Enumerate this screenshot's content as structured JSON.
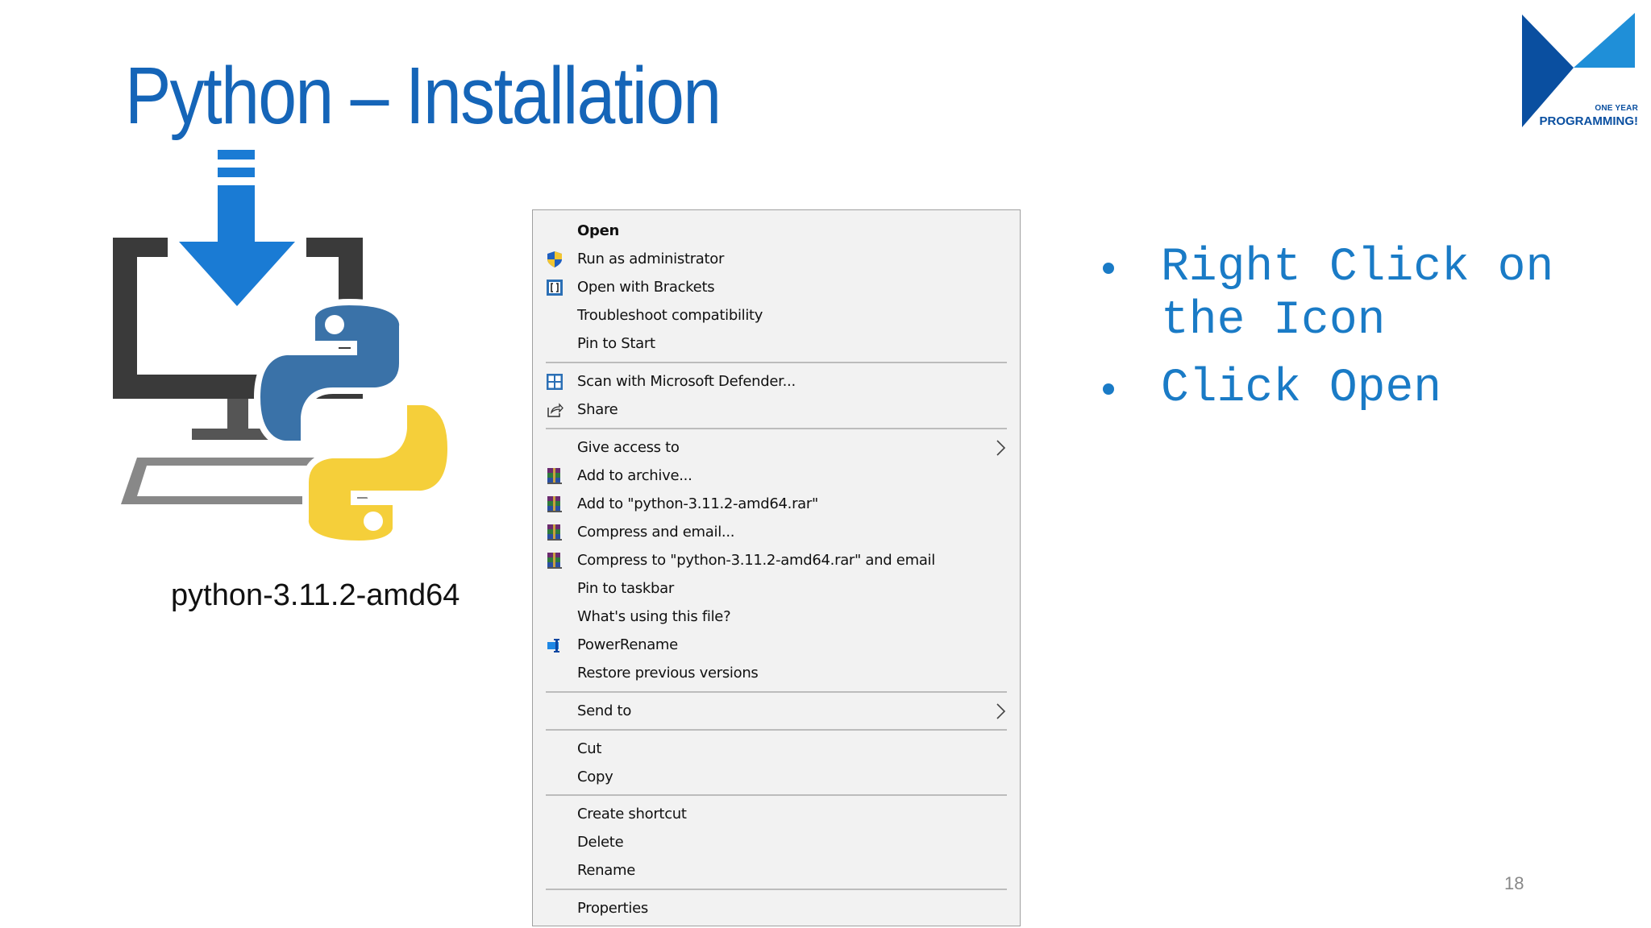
{
  "slide": {
    "title": "Python – Installation",
    "page_number": "18"
  },
  "logo": {
    "line1": "ONE YEAR",
    "line2": "PROGRAMMING!"
  },
  "installer": {
    "file_name": "python-3.11.2-amd64"
  },
  "context_menu": {
    "items": [
      {
        "label": "Open",
        "icon": "",
        "bold": true
      },
      {
        "label": "Run as administrator",
        "icon": "uac-shield-icon"
      },
      {
        "label": "Open with Brackets",
        "icon": "brackets-icon"
      },
      {
        "label": "Troubleshoot compatibility",
        "icon": ""
      },
      {
        "label": "Pin to Start",
        "icon": ""
      },
      {
        "label": "Scan with Microsoft Defender...",
        "icon": "defender-icon"
      },
      {
        "label": "Share",
        "icon": "share-icon"
      },
      {
        "label": "Give access to",
        "icon": "",
        "submenu": true
      },
      {
        "label": "Add to archive...",
        "icon": "winrar-icon"
      },
      {
        "label": "Add to \"python-3.11.2-amd64.rar\"",
        "icon": "winrar-icon"
      },
      {
        "label": "Compress and email...",
        "icon": "winrar-icon"
      },
      {
        "label": "Compress to \"python-3.11.2-amd64.rar\" and email",
        "icon": "winrar-icon"
      },
      {
        "label": "Pin to taskbar",
        "icon": ""
      },
      {
        "label": "What's using this file?",
        "icon": ""
      },
      {
        "label": "PowerRename",
        "icon": "powerrename-icon"
      },
      {
        "label": "Restore previous versions",
        "icon": ""
      },
      {
        "label": "Send to",
        "icon": "",
        "submenu": true
      },
      {
        "label": "Cut",
        "icon": ""
      },
      {
        "label": "Copy",
        "icon": ""
      },
      {
        "label": "Create shortcut",
        "icon": ""
      },
      {
        "label": "Delete",
        "icon": ""
      },
      {
        "label": "Rename",
        "icon": ""
      },
      {
        "label": "Properties",
        "icon": ""
      }
    ]
  },
  "bullets": [
    "Right Click on the Icon",
    "Click Open"
  ],
  "colors": {
    "title": "#1565b8",
    "bullet_text": "#1a7bc6",
    "menu_background": "#f2f2f2",
    "python_blue": "#3a72a8",
    "python_yellow": "#f5cf3a",
    "download_arrow": "#1a7bd4"
  }
}
